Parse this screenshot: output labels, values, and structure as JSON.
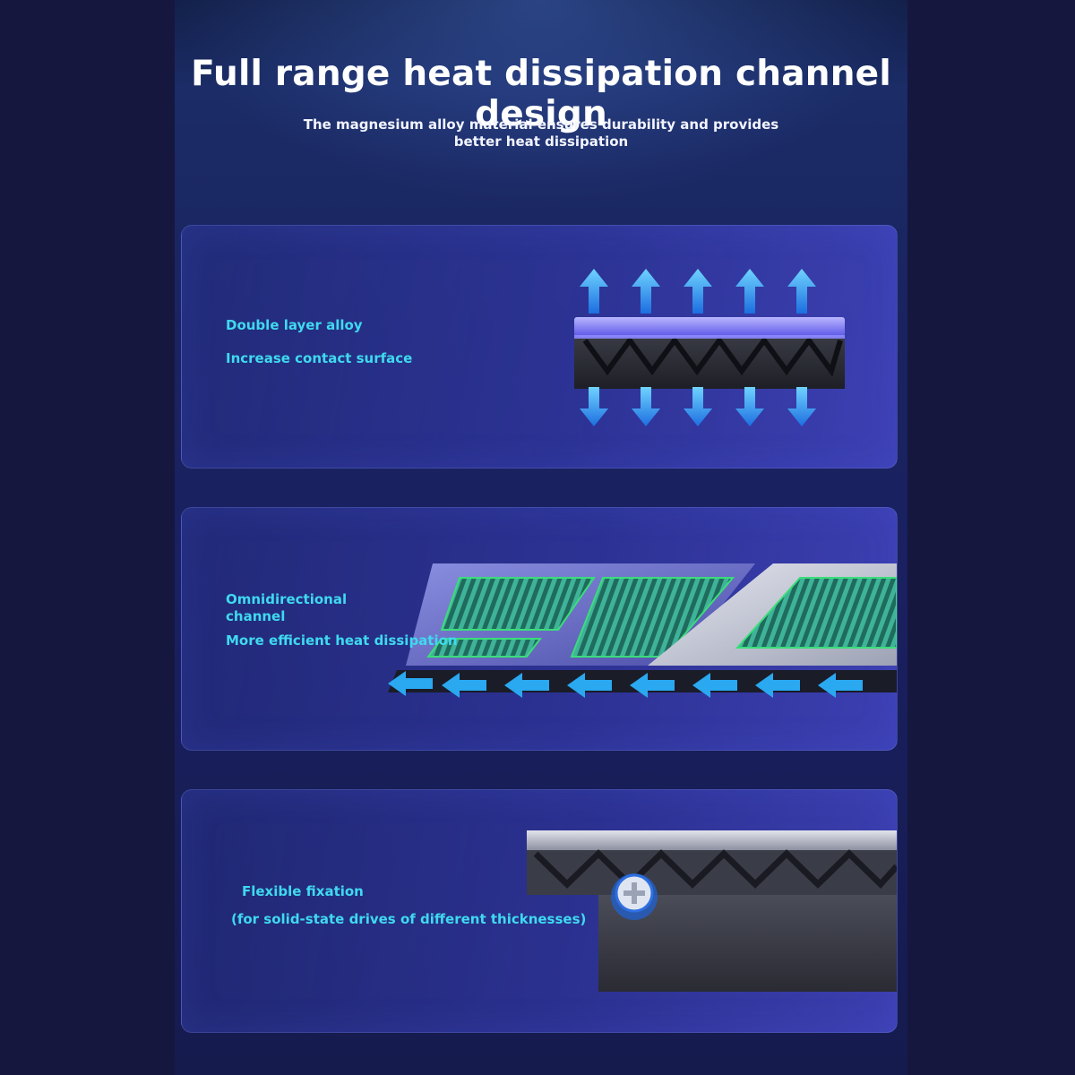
{
  "header": {
    "title": "Full range heat dissipation channel design",
    "subtitle": "The magnesium alloy material ensures durability and provides better heat dissipation"
  },
  "features": [
    {
      "line1": "Double layer alloy",
      "line2": "Increase contact surface"
    },
    {
      "line1a": "Omnidirectional",
      "line1b": "channel",
      "line2": "More efficient heat dissipation"
    },
    {
      "line1": "Flexible fixation",
      "line2": "(for solid-state drives of different thicknesses)"
    }
  ],
  "colors": {
    "accent": "#3fd9ef",
    "arrow": "#2aa8f0",
    "fin_green": "#2ec58a",
    "frame_purple": "#6f74c8"
  },
  "icons": [
    "up-arrow-icon",
    "down-arrow-icon",
    "screw-icon"
  ]
}
